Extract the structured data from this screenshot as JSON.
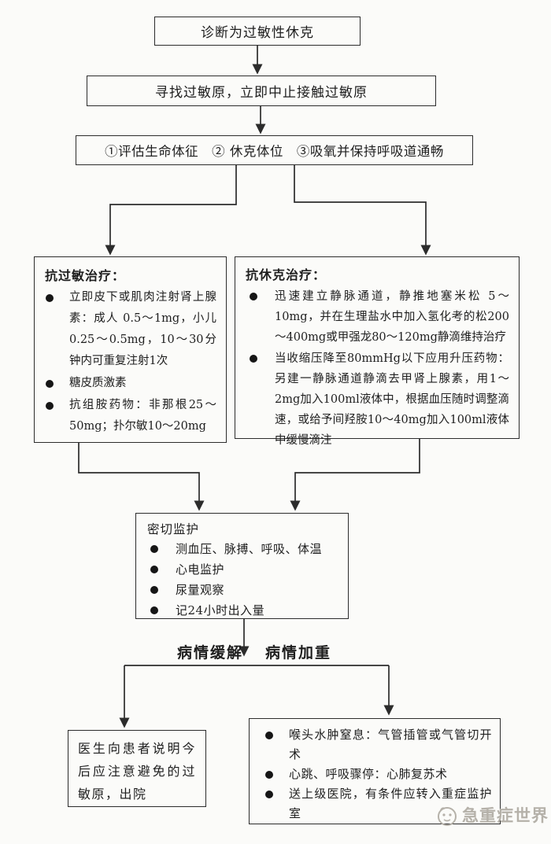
{
  "colors": {
    "ink": "#2c2c2c",
    "paper": "#fbfbf9",
    "watermark": "#b5b1a9"
  },
  "nodes": {
    "diagnosis": {
      "text": "诊断为过敏性休克"
    },
    "find_allergen": {
      "text": "寻找过敏原，立即中止接触过敏原"
    },
    "initial_measures": {
      "text": "①评估生命体征　② 休克体位　③吸氧并保持呼吸道通畅"
    },
    "anti_allergy": {
      "title": "抗过敏治疗：",
      "bullets": [
        "立即皮下或肌肉注射肾上腺素：成人 0.5～1mg，小儿 0.25～0.5mg，10～30分钟内可重复注射1次",
        "糖皮质激素",
        "抗组胺药物：非那根25～50mg；扑尔敏10～20mg"
      ]
    },
    "anti_shock": {
      "title": "抗休克治疗：",
      "bullets": [
        "迅速建立静脉通道，静推地塞米松 5～10mg，并在生理盐水中加入氢化考的松200～400mg或甲强龙80～120mg静滴维持治疗",
        "当收缩压降至80mmHg以下应用升压药物：另建一静脉通道静滴去甲肾上腺素，用1～2mg加入100ml液体中，根据血压随时调整滴速，或给予间羟胺10～40mg加入100ml液体中缓慢滴注"
      ]
    },
    "monitoring": {
      "title": "密切监护",
      "bullets": [
        "测血压、脉搏、呼吸、体温",
        "心电监护",
        "尿量观察",
        "记24小时出入量"
      ]
    },
    "branch_labels": {
      "relief": "病情缓解",
      "worsen": "病情加重"
    },
    "discharge": {
      "text": "医生向患者说明今后应注意避免的过敏原，出院"
    },
    "emergency": {
      "bullets": [
        "喉头水肿窒息：气管插管或气管切开术",
        "心跳、呼吸骤停：心肺复苏术",
        "送上级医院，有条件应转入重症监护室"
      ]
    },
    "watermark": {
      "text": "急重症世界"
    }
  }
}
